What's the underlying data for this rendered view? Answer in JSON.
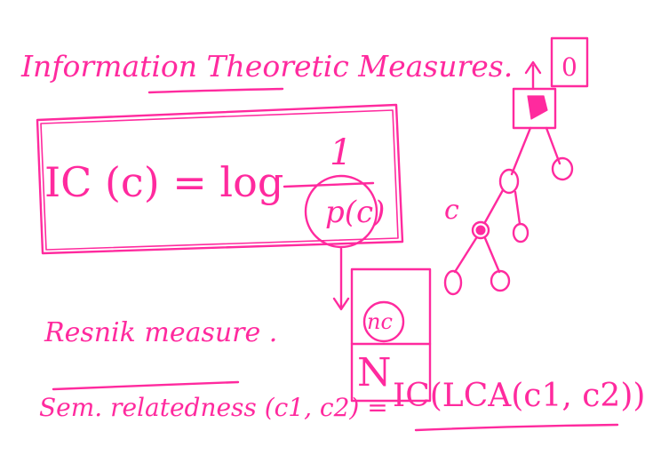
{
  "title": "Information Theoretic Measures.",
  "formula": {
    "lhs": "IC (c) = log",
    "numerator": "1",
    "denominator": "p(c)"
  },
  "tree": {
    "root_label": "0",
    "node_label": "c"
  },
  "fraction_box": {
    "numerator": "nc",
    "denominator": "N"
  },
  "resnik_label": "Resnik measure .",
  "sem_relatedness": {
    "lhs": "Sem. relatedness (c1, c2) =",
    "rhs": "IC(LCA(c1, c2))"
  },
  "colors": {
    "ink": "#ff2a9e",
    "background": "#ffffff"
  }
}
